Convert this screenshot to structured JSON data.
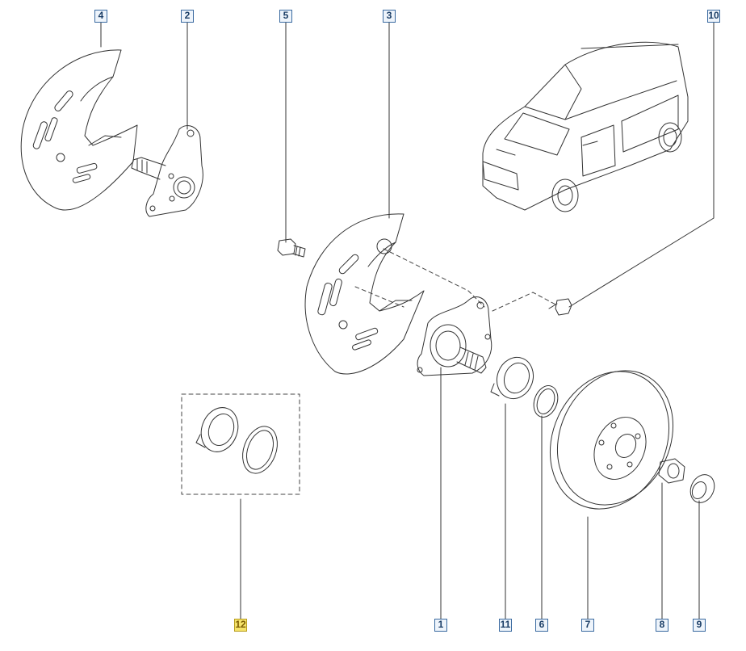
{
  "diagram": {
    "callouts": [
      {
        "id": "4",
        "label": "4",
        "highlighted": false
      },
      {
        "id": "2",
        "label": "2",
        "highlighted": false
      },
      {
        "id": "5",
        "label": "5",
        "highlighted": false
      },
      {
        "id": "3",
        "label": "3",
        "highlighted": false
      },
      {
        "id": "10",
        "label": "10",
        "highlighted": false
      },
      {
        "id": "12",
        "label": "12",
        "highlighted": true
      },
      {
        "id": "1",
        "label": "1",
        "highlighted": false
      },
      {
        "id": "11",
        "label": "11",
        "highlighted": false
      },
      {
        "id": "6",
        "label": "6",
        "highlighted": false
      },
      {
        "id": "7",
        "label": "7",
        "highlighted": false
      },
      {
        "id": "8",
        "label": "8",
        "highlighted": false
      },
      {
        "id": "9",
        "label": "9",
        "highlighted": false
      }
    ],
    "colors": {
      "line": "#333333",
      "callout_border": "#3a6aa0",
      "callout_fill": "#eef4fb",
      "highlight_fill": "#f5e36a"
    }
  }
}
